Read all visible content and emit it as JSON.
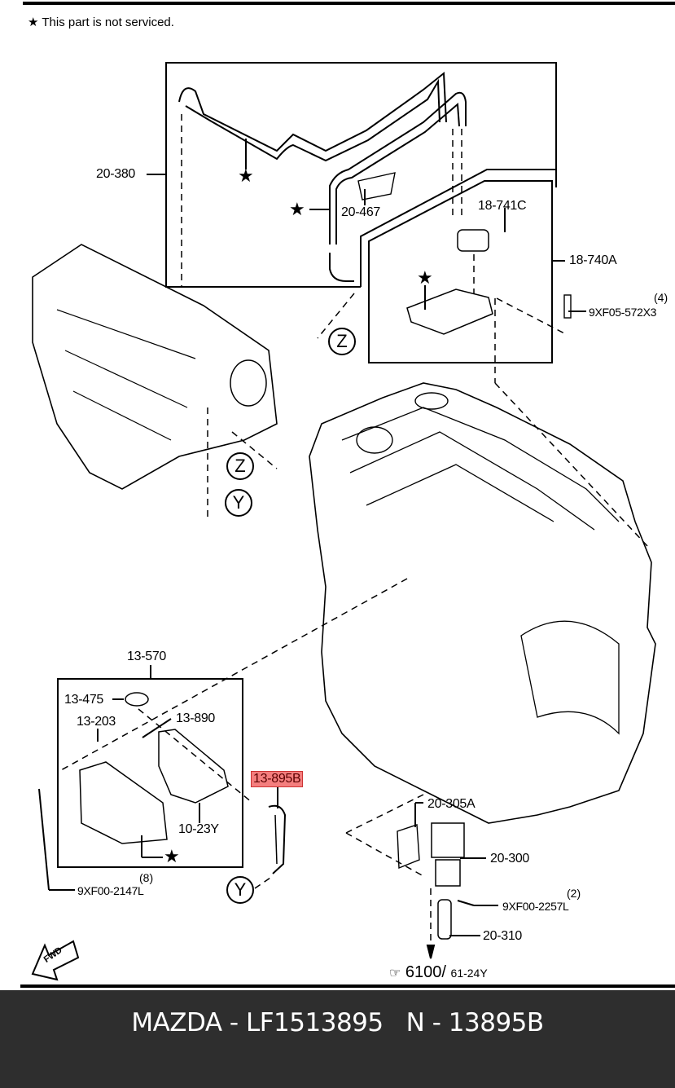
{
  "legend": {
    "icon": "star-icon",
    "text": "This part is not serviced."
  },
  "callouts": {
    "c20_380": "20-380",
    "c20_467": "20-467",
    "c18_741C": "18-741C",
    "c18_740A": "18-740A",
    "c9XF05": "9XF05-572X3",
    "c9XF05_qty": "(4)",
    "c13_570": "13-570",
    "c13_475": "13-475",
    "c13_203": "13-203",
    "c13_890": "13-890",
    "c10_23Y": "10-23Y",
    "c13_895B": "13-895B",
    "c9XF00_2147L": "9XF00-2147L",
    "c9XF00_2147L_qty": "(8)",
    "c20_305A": "20-305A",
    "c20_300": "20-300",
    "c9XF00_2257L": "9XF00-2257L",
    "c9XF00_2257L_qty": "(2)",
    "c20_310": "20-310"
  },
  "connectors": {
    "z": "Z",
    "y": "Y"
  },
  "reference": {
    "main": "6100",
    "sep": "/",
    "sub": "61-24Y",
    "icon": "pointing-hand-icon"
  },
  "fwd_label": "FWD",
  "highlight_color": "#f47e7e",
  "footer": {
    "title": "MAZDA - LF1513895   N - 13895B",
    "bg": "#2e2e2e"
  }
}
